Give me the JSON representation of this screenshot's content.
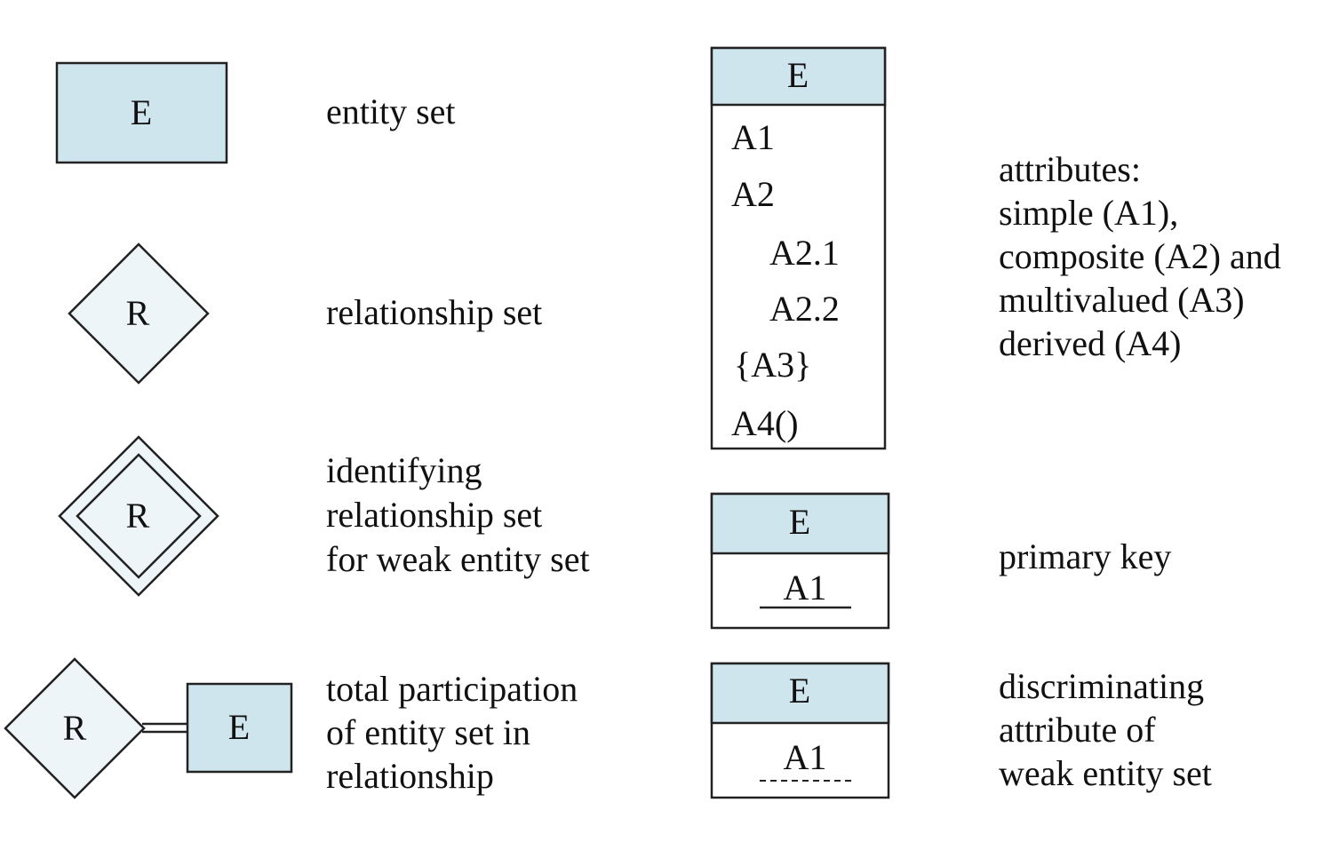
{
  "colors": {
    "entity_fill": "#cfe5ee",
    "relationship_fill": "#eef5f9",
    "attribute_fill": "#ffffff",
    "stroke": "#222222"
  },
  "legend": {
    "entity": {
      "symbol": "E",
      "label": "entity set"
    },
    "relationship": {
      "symbol": "R",
      "label": "relationship set"
    },
    "identifying": {
      "symbol": "R",
      "label_lines": [
        "identifying",
        "relationship set",
        "for weak entity set"
      ]
    },
    "total_participation": {
      "rel_symbol": "R",
      "entity_symbol": "E",
      "label_lines": [
        "total participation",
        "of entity set in",
        "relationship"
      ]
    },
    "attributes": {
      "entity_symbol": "E",
      "items": [
        "A1",
        "A2",
        "A2.1",
        "A2.2",
        "{A3}",
        "A4()"
      ],
      "label_lines": [
        "attributes:",
        "simple (A1),",
        "composite (A2) and",
        "multivalued (A3)",
        "derived (A4)"
      ]
    },
    "primary_key": {
      "entity_symbol": "E",
      "attribute": "A1",
      "label": "primary key"
    },
    "discriminator": {
      "entity_symbol": "E",
      "attribute": "A1",
      "label_lines": [
        "discriminating",
        "attribute of",
        "weak entity set"
      ]
    }
  }
}
